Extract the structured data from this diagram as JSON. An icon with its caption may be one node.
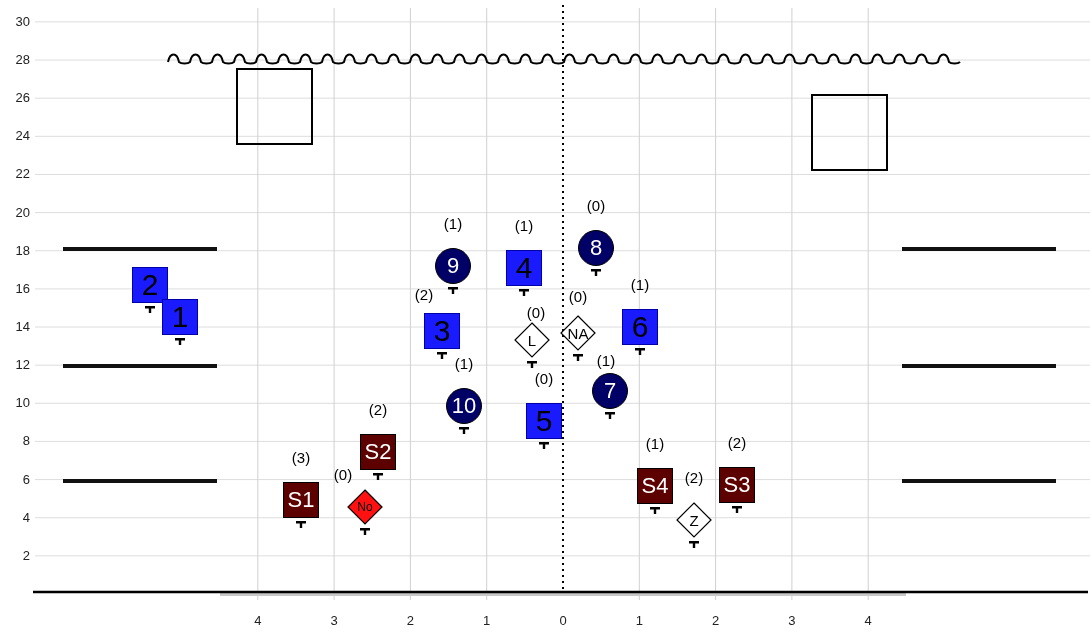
{
  "diagram": {
    "nodes": [
      {
        "text": [],
        "shape": "box"
      },
      {
        "text": [],
        "shape": "box"
      },
      {
        "text": [
          "2"
        ]
      },
      {
        "text": [
          "1"
        ]
      },
      {
        "text": [
          "9"
        ],
        "beside": [
          "(1)"
        ]
      },
      {
        "text": [
          "4"
        ],
        "beside": [
          "(1)"
        ]
      },
      {
        "text": [
          "8"
        ],
        "beside": [
          "(0)"
        ]
      },
      {
        "text": [
          "3"
        ],
        "beside": [
          "(2)"
        ]
      },
      {
        "text": [
          "L"
        ],
        "beside": [
          "(0)"
        ]
      },
      {
        "text": [
          "NA"
        ],
        "beside": [
          "(0)"
        ]
      },
      {
        "text": [
          "6"
        ],
        "beside": [
          "(1)"
        ]
      },
      {
        "text": [
          "10"
        ],
        "beside": [
          "(1)"
        ]
      },
      {
        "text": [
          "7"
        ],
        "beside": [
          "(1)"
        ]
      },
      {
        "text": [
          "5"
        ],
        "beside": [
          "(0)"
        ]
      },
      {
        "text": [
          "S2"
        ],
        "beside": [
          "(2)"
        ]
      },
      {
        "text": [
          "S1"
        ],
        "beside": [
          "(3)"
        ]
      },
      {
        "text": [
          "No"
        ],
        "beside": [
          "(0)"
        ]
      },
      {
        "text": [
          "S4"
        ],
        "beside": [
          "(1)"
        ]
      },
      {
        "text": [
          "Z"
        ],
        "beside": [
          "(2)"
        ]
      },
      {
        "text": [
          "S3"
        ],
        "beside": [
          "(2)"
        ]
      }
    ],
    "labels": [
      "30",
      "28",
      "26",
      "24",
      "22",
      "20",
      "18",
      "16",
      "14",
      "12",
      "10",
      "8",
      "6",
      "4",
      "2",
      "4",
      "3",
      "2",
      "1",
      "0",
      "1",
      "2",
      "3",
      "4"
    ]
  }
}
